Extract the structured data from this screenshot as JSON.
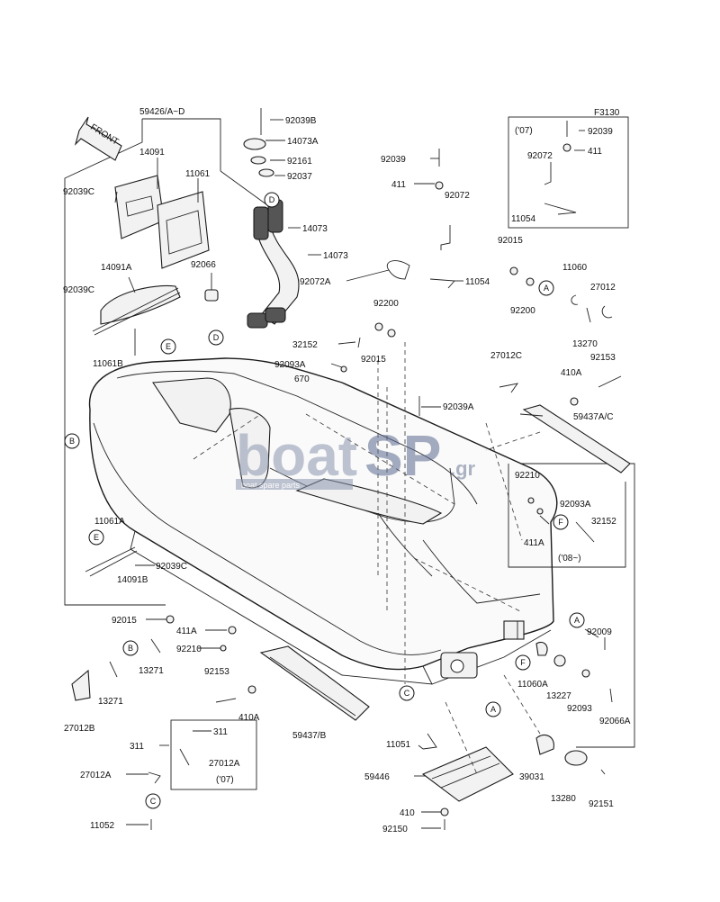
{
  "figure_code": "F3130",
  "front_label": "FRONT",
  "watermark": {
    "main_left": "boat",
    "main_right": "SP",
    "suffix": ".gr",
    "tagline": "boat spare parts"
  },
  "boxes": {
    "top_right_year": "('07)",
    "right_year": "('08~)",
    "bottom_year": "('07)"
  },
  "callouts": {
    "A": "A",
    "B": "B",
    "C": "C",
    "D": "D",
    "E": "E",
    "F": "F"
  },
  "parts": [
    "59426/A~D",
    "92039B",
    "14073A",
    "92161",
    "92037",
    "14073",
    "14073",
    "14091",
    "11061",
    "92039C",
    "14091A",
    "92039C",
    "92066",
    "11061B",
    "92039",
    "411",
    "92072",
    "92072A",
    "11054",
    "92039",
    "411",
    "92072",
    "11054",
    "92015",
    "11060",
    "27012",
    "92200",
    "13270",
    "92200",
    "32152",
    "92093A",
    "670",
    "92015",
    "27012C",
    "410A",
    "92153",
    "92039A",
    "59437A/C",
    "92210",
    "92093A",
    "32152",
    "411A",
    "11061A",
    "92039C",
    "14091B",
    "92015",
    "411A",
    "92210",
    "13271",
    "13271",
    "27012B",
    "92153",
    "410A",
    "59437/B",
    "311",
    "311",
    "27012A",
    "27012A",
    "11052",
    "92009",
    "11060A",
    "13227",
    "92093",
    "92066A",
    "11051",
    "59446",
    "410",
    "92150",
    "39031",
    "13280",
    "92151"
  ]
}
